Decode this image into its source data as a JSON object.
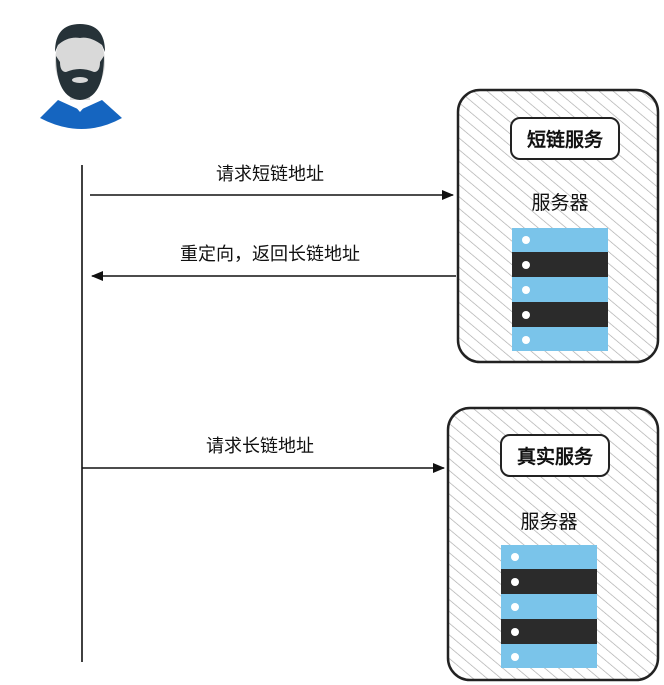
{
  "arrows": {
    "request_short": "请求短链地址",
    "redirect_long": "重定向，返回长链地址",
    "request_long": "请求长链地址"
  },
  "servers": [
    {
      "title": "短链服务",
      "subtitle": "服务器"
    },
    {
      "title": "真实服务",
      "subtitle": "服务器"
    }
  ],
  "colors": {
    "rack_light": "#7ac4ea",
    "rack_dark": "#2b2b2b",
    "user_shirt": "#1565c0",
    "user_hair": "#263238",
    "user_skin": "#d9d9d9",
    "box_border": "#222222",
    "hatch": "#9a9a9a"
  }
}
